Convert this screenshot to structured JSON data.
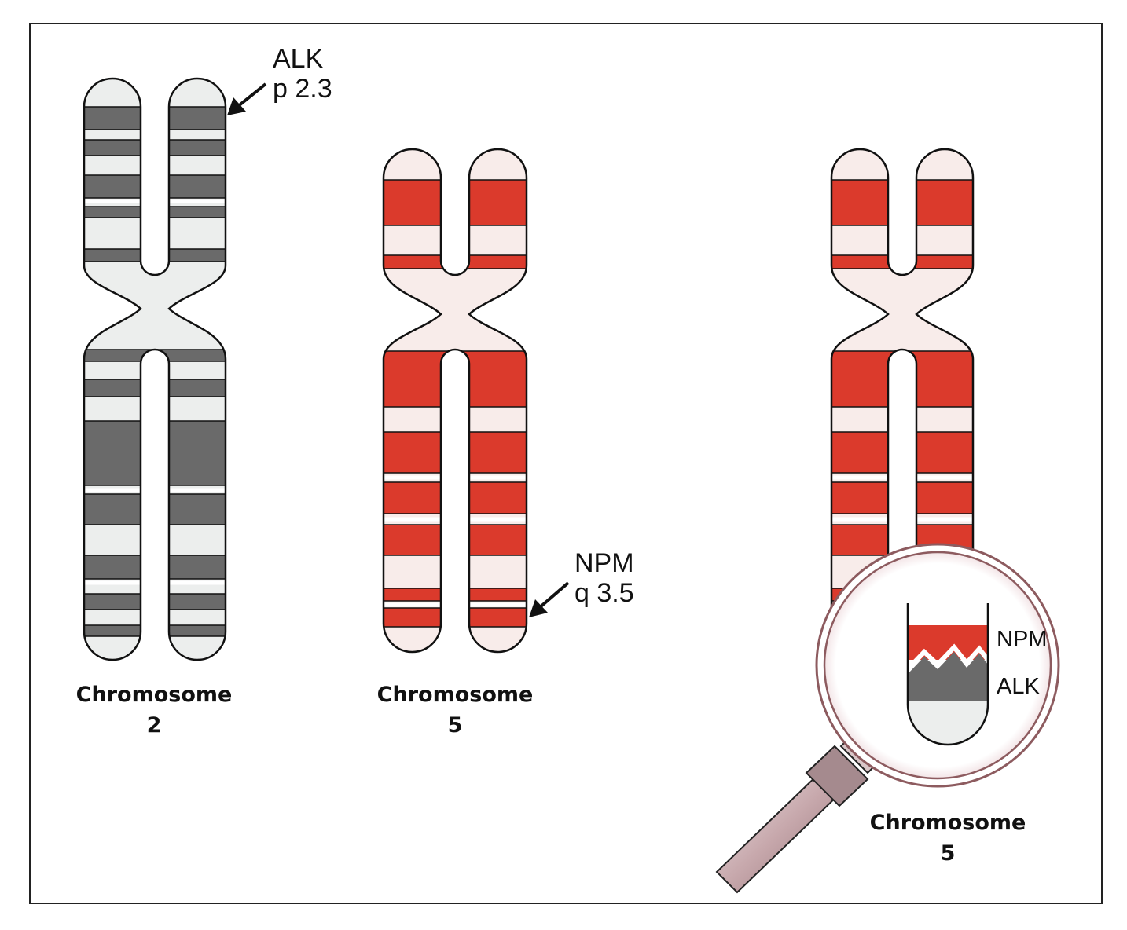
{
  "colors": {
    "grey_band": "#6a6a6a",
    "grey_light": "#eceeed",
    "red_band": "#db3a2c",
    "red_light": "#f8ecea",
    "outline": "#111111"
  },
  "chromosomes": [
    {
      "caption_line1": "Chromosome",
      "caption_line2": "2"
    },
    {
      "caption_line1": "Chromosome",
      "caption_line2": "5"
    },
    {
      "caption_line1": "Chromosome",
      "caption_line2": "5"
    }
  ],
  "callouts": {
    "alk": {
      "line1": "ALK",
      "line2": "p 2.3"
    },
    "npm": {
      "line1": "NPM",
      "line2": "q 3.5"
    }
  },
  "magnifier": {
    "top_label": "NPM",
    "bottom_label": "ALK"
  }
}
